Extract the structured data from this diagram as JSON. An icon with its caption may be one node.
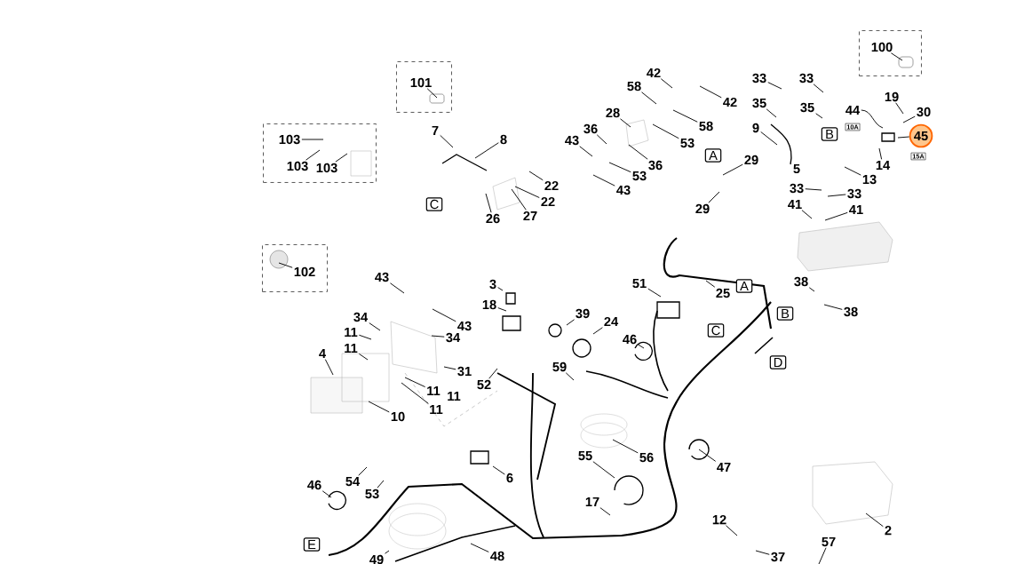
{
  "diagram": {
    "nodes": [
      {
        "text": [],
        "shape": "box"
      },
      {
        "text": [
          "100"
        ],
        "in": 0
      },
      {
        "text": [],
        "shape": "box"
      },
      {
        "text": [
          "101"
        ],
        "in": 2
      },
      {
        "text": [],
        "shape": "box"
      },
      {
        "text": [
          "103"
        ],
        "in": 4
      },
      {
        "text": [
          "103"
        ],
        "in": 4
      },
      {
        "text": [
          "103"
        ],
        "in": 4
      },
      {
        "text": [],
        "shape": "box"
      },
      {
        "text": [
          "102"
        ],
        "in": 8
      },
      {
        "text": [
          "7"
        ]
      },
      {
        "text": [
          "8"
        ]
      },
      {
        "text": [
          "22"
        ]
      },
      {
        "text": [
          "22"
        ]
      },
      {
        "text": [
          "27"
        ]
      },
      {
        "text": [
          "26"
        ]
      },
      {
        "text": [
          "C"
        ]
      },
      {
        "text": [
          "42"
        ]
      },
      {
        "text": [
          "58"
        ]
      },
      {
        "text": [
          "42"
        ]
      },
      {
        "text": [
          "28"
        ]
      },
      {
        "text": [
          "58"
        ]
      },
      {
        "text": [
          "36"
        ]
      },
      {
        "text": [
          "53"
        ]
      },
      {
        "text": [
          "43"
        ]
      },
      {
        "text": [
          "36"
        ]
      },
      {
        "text": [
          "53"
        ]
      },
      {
        "text": [
          "43"
        ]
      },
      {
        "text": [
          "A"
        ]
      },
      {
        "text": [
          "29"
        ]
      },
      {
        "text": [
          "29"
        ]
      },
      {
        "text": [
          "33"
        ]
      },
      {
        "text": [
          "33"
        ]
      },
      {
        "text": [
          "35"
        ]
      },
      {
        "text": [
          "35"
        ]
      },
      {
        "text": [
          "9"
        ]
      },
      {
        "text": [
          "B"
        ]
      },
      {
        "text": [
          "33"
        ]
      },
      {
        "text": [
          "41"
        ]
      },
      {
        "text": [
          "33"
        ]
      },
      {
        "text": [
          "41"
        ]
      },
      {
        "text": [
          "44"
        ]
      },
      {
        "text": [
          "10A"
        ]
      },
      {
        "text": [
          "19"
        ]
      },
      {
        "text": [
          "30"
        ]
      },
      {
        "text": [
          "45"
        ]
      },
      {
        "text": [
          "15A"
        ]
      },
      {
        "text": [
          "14"
        ]
      },
      {
        "text": [
          "13"
        ]
      },
      {
        "text": [
          "38"
        ]
      },
      {
        "text": [
          "38"
        ]
      },
      {
        "text": [
          "51"
        ]
      },
      {
        "text": [
          "25"
        ]
      },
      {
        "text": [
          "A"
        ]
      },
      {
        "text": [
          "B"
        ]
      },
      {
        "text": [
          "C"
        ]
      },
      {
        "text": [
          "D"
        ]
      },
      {
        "text": [
          "46"
        ]
      },
      {
        "text": [
          "43"
        ]
      },
      {
        "text": [
          "43"
        ]
      },
      {
        "text": [
          "34"
        ]
      },
      {
        "text": [
          "11"
        ]
      },
      {
        "text": [
          "11"
        ]
      },
      {
        "text": [
          "4"
        ]
      },
      {
        "text": [
          "34"
        ]
      },
      {
        "text": [
          "31"
        ]
      },
      {
        "text": [
          "11"
        ]
      },
      {
        "text": [
          "11"
        ]
      },
      {
        "text": [
          "11"
        ]
      },
      {
        "text": [
          "10"
        ]
      },
      {
        "text": [
          "3"
        ]
      },
      {
        "text": [
          "18"
        ]
      },
      {
        "text": [
          "52"
        ]
      },
      {
        "text": [
          "39"
        ]
      },
      {
        "text": [
          "24"
        ]
      },
      {
        "text": [
          "59"
        ]
      },
      {
        "text": [
          "47"
        ]
      },
      {
        "text": [
          "56"
        ]
      },
      {
        "text": [
          "55"
        ]
      },
      {
        "text": [
          "6"
        ]
      },
      {
        "text": [
          "54"
        ]
      },
      {
        "text": [
          "53"
        ]
      },
      {
        "text": [
          "46"
        ]
      },
      {
        "text": [
          "17"
        ]
      },
      {
        "text": [
          "12"
        ]
      },
      {
        "text": [
          "2"
        ]
      },
      {
        "text": [
          "57"
        ]
      },
      {
        "text": [
          "E"
        ]
      },
      {
        "text": [
          "48"
        ]
      },
      {
        "text": [
          "49"
        ]
      },
      {
        "text": [
          "37"
        ]
      }
    ],
    "edges": [
      {
        "from": 1,
        "to": null,
        "arrow": "none"
      },
      {
        "from": 3,
        "to": null,
        "arrow": "none"
      },
      {
        "from": 5,
        "to": null,
        "arrow": "none"
      },
      {
        "from": 6,
        "to": null,
        "arrow": "none"
      },
      {
        "from": 7,
        "to": null,
        "arrow": "none"
      },
      {
        "from": 9,
        "to": null,
        "arrow": "none"
      },
      {
        "from": 10,
        "to": null,
        "arrow": "none"
      },
      {
        "from": 11,
        "to": null,
        "arrow": "none"
      },
      {
        "from": 12,
        "to": null,
        "arrow": "none"
      },
      {
        "from": 13,
        "to": null,
        "arrow": "none"
      },
      {
        "from": 14,
        "to": null,
        "arrow": "none"
      },
      {
        "from": 15,
        "to": null,
        "arrow": "none"
      },
      {
        "from": 17,
        "to": null,
        "arrow": "none"
      },
      {
        "from": 18,
        "to": null,
        "arrow": "none"
      },
      {
        "from": 19,
        "to": null,
        "arrow": "none"
      },
      {
        "from": 20,
        "to": null,
        "arrow": "none"
      },
      {
        "from": 21,
        "to": null,
        "arrow": "none"
      },
      {
        "from": 22,
        "to": null,
        "arrow": "none"
      },
      {
        "from": 23,
        "to": null,
        "arrow": "none"
      },
      {
        "from": 24,
        "to": null,
        "arrow": "none"
      },
      {
        "from": 25,
        "to": null,
        "arrow": "none"
      },
      {
        "from": 26,
        "to": null,
        "arrow": "none"
      },
      {
        "from": 27,
        "to": null,
        "arrow": "none"
      },
      {
        "from": 29,
        "to": null,
        "arrow": "none"
      },
      {
        "from": 30,
        "to": null,
        "arrow": "none"
      },
      {
        "from": 31,
        "to": null,
        "arrow": "none"
      },
      {
        "from": 32,
        "to": null,
        "arrow": "none"
      },
      {
        "from": 33,
        "to": null,
        "arrow": "none"
      },
      {
        "from": 34,
        "to": null,
        "arrow": "none"
      },
      {
        "from": 35,
        "to": null,
        "arrow": "none"
      },
      {
        "from": 37,
        "to": null,
        "arrow": "none"
      },
      {
        "from": 38,
        "to": null,
        "arrow": "none"
      },
      {
        "from": 39,
        "to": null,
        "arrow": "none"
      },
      {
        "from": 40,
        "to": null,
        "arrow": "none"
      },
      {
        "from": 41,
        "to": null,
        "arrow": "none"
      },
      {
        "from": 43,
        "to": null,
        "arrow": "none"
      },
      {
        "from": 44,
        "to": null,
        "arrow": "none"
      },
      {
        "from": 45,
        "to": null,
        "arrow": "none"
      },
      {
        "from": 47,
        "to": null,
        "arrow": "none"
      },
      {
        "from": 48,
        "to": null,
        "arrow": "none"
      },
      {
        "from": 49,
        "to": null,
        "arrow": "none"
      },
      {
        "from": 50,
        "to": null,
        "arrow": "none"
      },
      {
        "from": 51,
        "to": null,
        "arrow": "none"
      },
      {
        "from": 52,
        "to": null,
        "arrow": "none"
      },
      {
        "from": 57,
        "to": null,
        "arrow": "none"
      },
      {
        "from": 58,
        "to": null,
        "arrow": "none"
      },
      {
        "from": 59,
        "to": null,
        "arrow": "none"
      },
      {
        "from": 60,
        "to": null,
        "arrow": "none"
      },
      {
        "from": 61,
        "to": null,
        "arrow": "none"
      },
      {
        "from": 62,
        "to": null,
        "arrow": "none"
      },
      {
        "from": 63,
        "to": null,
        "arrow": "none"
      },
      {
        "from": 64,
        "to": null,
        "arrow": "none"
      },
      {
        "from": 65,
        "to": null,
        "arrow": "none"
      },
      {
        "from": 66,
        "to": null,
        "arrow": "none"
      },
      {
        "from": 68,
        "to": null,
        "arrow": "none"
      },
      {
        "from": 69,
        "to": null,
        "arrow": "none"
      },
      {
        "from": 70,
        "to": null,
        "arrow": "none"
      },
      {
        "from": 71,
        "to": null,
        "arrow": "none"
      },
      {
        "from": 72,
        "to": null,
        "arrow": "none"
      },
      {
        "from": 73,
        "to": null,
        "arrow": "none"
      },
      {
        "from": 74,
        "to": null,
        "arrow": "none"
      },
      {
        "from": 75,
        "to": null,
        "arrow": "none"
      },
      {
        "from": 76,
        "to": null,
        "arrow": "none"
      },
      {
        "from": 77,
        "to": null,
        "arrow": "none"
      },
      {
        "from": 78,
        "to": null,
        "arrow": "none"
      },
      {
        "from": 79,
        "to": null,
        "arrow": "none"
      },
      {
        "from": 80,
        "to": null,
        "arrow": "none"
      },
      {
        "from": 81,
        "to": null,
        "arrow": "none"
      },
      {
        "from": 82,
        "to": null,
        "arrow": "none"
      },
      {
        "from": 83,
        "to": null,
        "arrow": "none"
      },
      {
        "from": 84,
        "to": null,
        "arrow": "none"
      },
      {
        "from": 85,
        "to": null,
        "arrow": "none"
      },
      {
        "from": 86,
        "to": null,
        "arrow": "none"
      },
      {
        "from": 88,
        "to": null,
        "arrow": "none"
      },
      {
        "from": 89,
        "to": null,
        "arrow": "none"
      },
      {
        "from": 90,
        "to": null,
        "arrow": "none"
      }
    ],
    "labels": [
      "5"
    ]
  }
}
